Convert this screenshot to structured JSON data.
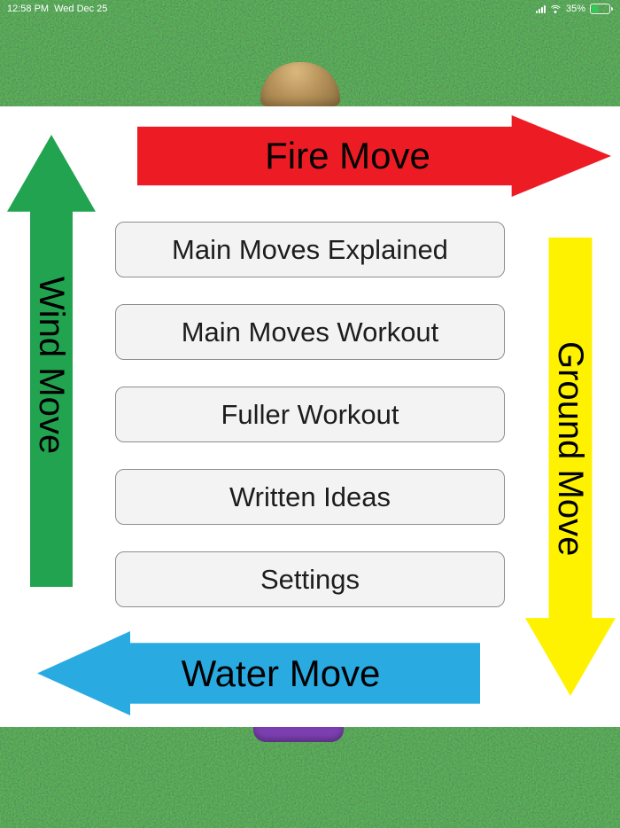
{
  "status_bar": {
    "time": "12:58 PM",
    "date": "Wed Dec 25",
    "battery_percent": "35%"
  },
  "arrows": {
    "fire": {
      "label": "Fire Move",
      "color": "#ED1C24"
    },
    "wind": {
      "label": "Wind Move",
      "color": "#22A34F"
    },
    "ground": {
      "label": "Ground Move",
      "color": "#FFF200"
    },
    "water": {
      "label": "Water Move",
      "color": "#29ABE2"
    }
  },
  "menu": {
    "buttons": [
      {
        "label": "Main Moves Explained"
      },
      {
        "label": "Main Moves Workout"
      },
      {
        "label": "Fuller Workout"
      },
      {
        "label": "Written Ideas"
      },
      {
        "label": "Settings"
      }
    ]
  }
}
